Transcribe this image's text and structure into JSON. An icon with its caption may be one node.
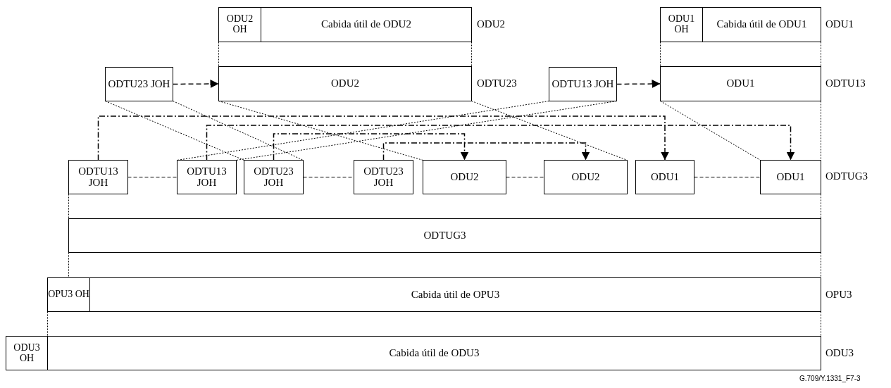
{
  "diagram": {
    "nodes": [
      {
        "text": [
          "ODU2 OH"
        ]
      },
      {
        "text": [
          "Cabida útil de ODU2"
        ],
        "beside": [
          "ODU2"
        ]
      },
      {
        "text": [
          "ODU2"
        ],
        "beside": [
          "ODTU23"
        ]
      },
      {
        "text": [
          "ODTU23 JOH"
        ]
      },
      {
        "text": [
          "ODTU13 JOH"
        ]
      },
      {
        "text": [
          "ODU1 OH"
        ]
      },
      {
        "text": [
          "Cabida útil de ODU1"
        ],
        "beside": [
          "ODU1"
        ]
      },
      {
        "text": [
          "ODU1"
        ],
        "beside": [
          "ODTU13"
        ]
      },
      {
        "text": [
          "ODTU13 JOH"
        ]
      },
      {
        "text": [
          "ODTU13 JOH"
        ]
      },
      {
        "text": [
          "ODTU23 JOH"
        ]
      },
      {
        "text": [
          "ODTU23 JOH"
        ]
      },
      {
        "text": [
          "ODU2"
        ]
      },
      {
        "text": [
          "ODU2"
        ]
      },
      {
        "text": [
          "ODU1"
        ]
      },
      {
        "text": [
          "ODU1"
        ]
      },
      {
        "text": [
          "ODTUG3"
        ]
      },
      {
        "text": [
          "OPU3 OH"
        ]
      },
      {
        "text": [
          "Cabida útil de OPU3"
        ],
        "beside": [
          "OPU3"
        ]
      },
      {
        "text": [
          "ODU3 OH"
        ]
      },
      {
        "text": [
          "Cabida útil de ODU3"
        ],
        "beside": [
          "ODU3"
        ]
      }
    ],
    "edges": [
      {
        "from": 3,
        "to": 2,
        "arrow": "to",
        "style": "dashed"
      },
      {
        "from": 4,
        "to": 7,
        "arrow": "to",
        "style": "dashed"
      },
      {
        "from": 8,
        "to": 14,
        "arrow": "to",
        "style": "dashed"
      },
      {
        "from": 9,
        "to": 15,
        "arrow": "to",
        "style": "dashed"
      },
      {
        "from": 10,
        "to": 12,
        "arrow": "to",
        "style": "dashed"
      },
      {
        "from": 11,
        "to": 13,
        "arrow": "to",
        "style": "dashed"
      },
      {
        "from": 3,
        "to": 10,
        "arrow": "none",
        "style": "dashed"
      },
      {
        "from": 3,
        "to": 10,
        "arrow": "none",
        "style": "dashed"
      },
      {
        "from": 2,
        "to": 12,
        "arrow": "none",
        "style": "dashed"
      },
      {
        "from": 2,
        "to": 13,
        "arrow": "none",
        "style": "dashed"
      },
      {
        "from": 4,
        "to": 9,
        "arrow": "none",
        "style": "dashed"
      },
      {
        "from": 4,
        "to": 9,
        "arrow": "none",
        "style": "dashed"
      },
      {
        "from": 7,
        "to": 15,
        "arrow": "none",
        "style": "dashed"
      },
      {
        "from": 0,
        "to": 2,
        "arrow": "none",
        "style": "dashed"
      },
      {
        "from": 1,
        "to": 2,
        "arrow": "none",
        "style": "dashed"
      },
      {
        "from": 5,
        "to": 7,
        "arrow": "none",
        "style": "dashed"
      },
      {
        "from": 6,
        "to": 7,
        "arrow": "none",
        "style": "dashed"
      },
      {
        "from": 7,
        "to": 15,
        "arrow": "none",
        "style": "dashed"
      },
      {
        "from": 8,
        "to": 16,
        "arrow": "none",
        "style": "dashed"
      },
      {
        "from": 15,
        "to": 16,
        "arrow": "none",
        "style": "dashed"
      },
      {
        "from": 16,
        "to": 17,
        "arrow": "none",
        "style": "dashed"
      },
      {
        "from": 16,
        "to": 18,
        "arrow": "none",
        "style": "dashed"
      },
      {
        "from": 17,
        "to": 19,
        "arrow": "none",
        "style": "dashed"
      },
      {
        "from": 18,
        "to": 20,
        "arrow": "none",
        "style": "dashed"
      },
      {
        "from": 8,
        "to": 9,
        "arrow": "none",
        "style": "dashed"
      },
      {
        "from": 10,
        "to": 11,
        "arrow": "none",
        "style": "dashed"
      },
      {
        "from": 12,
        "to": 13,
        "arrow": "none",
        "style": "dashed"
      },
      {
        "from": 14,
        "to": 15,
        "arrow": "none",
        "style": "dashed"
      }
    ],
    "labels": [
      "ODTUG3",
      "G.709/Y.1331_F7-3"
    ]
  }
}
